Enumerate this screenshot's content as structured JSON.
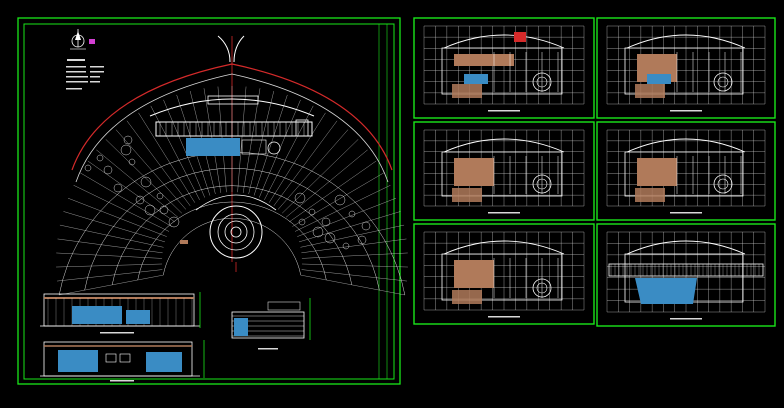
{
  "colors": {
    "frame": "#19e619",
    "grid": "#d9d9d9",
    "wall": "#ffffff",
    "brown": "#b07a5a",
    "blue": "#3a8cc4",
    "red": "#d42a2a",
    "tree": "#d9d9d9",
    "magenta": "#d23fd2"
  },
  "site_plan": {
    "legend_title": "",
    "legend_items": []
  },
  "sheets": [
    {
      "id": "plan-1",
      "kind": "floor-plan",
      "caption": ""
    },
    {
      "id": "plan-2",
      "kind": "floor-plan",
      "caption": ""
    },
    {
      "id": "plan-3",
      "kind": "floor-plan",
      "caption": ""
    },
    {
      "id": "plan-4",
      "kind": "floor-plan",
      "caption": ""
    },
    {
      "id": "plan-5",
      "kind": "floor-plan",
      "caption": ""
    },
    {
      "id": "plan-6",
      "kind": "roof-plan",
      "caption": ""
    }
  ],
  "elevations": [
    {
      "id": "elevation-front",
      "caption": ""
    },
    {
      "id": "elevation-rear",
      "caption": ""
    },
    {
      "id": "section",
      "caption": ""
    }
  ]
}
